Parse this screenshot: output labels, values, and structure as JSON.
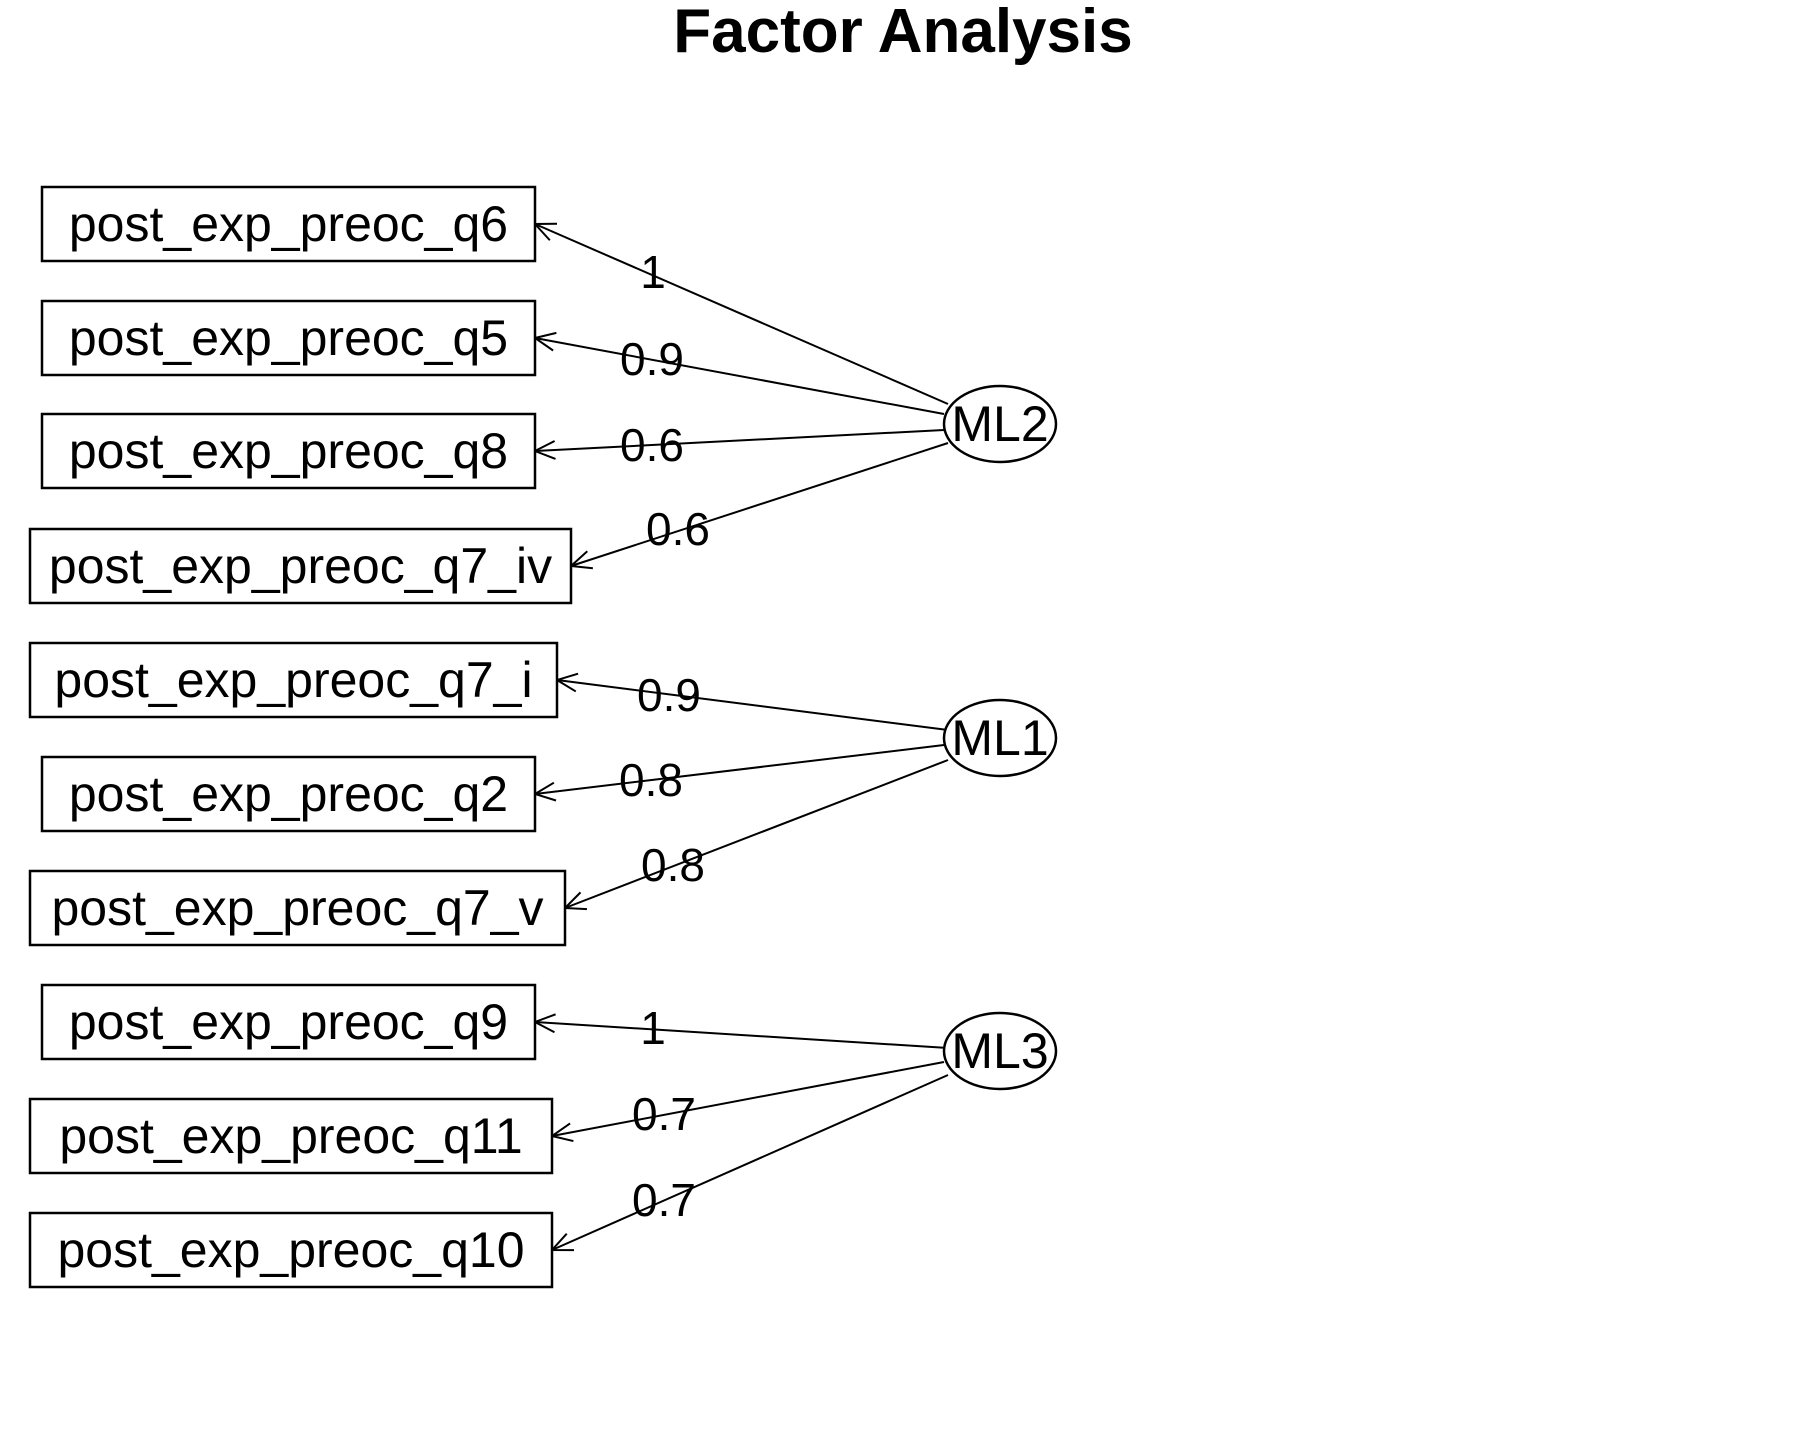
{
  "title": "Factor Analysis",
  "factors": [
    {
      "id": "ML2",
      "label": "ML2"
    },
    {
      "id": "ML1",
      "label": "ML1"
    },
    {
      "id": "ML3",
      "label": "ML3"
    }
  ],
  "variables": [
    {
      "label": "post_exp_preoc_q6",
      "factor": "ML2",
      "loading": "1"
    },
    {
      "label": "post_exp_preoc_q5",
      "factor": "ML2",
      "loading": "0.9"
    },
    {
      "label": "post_exp_preoc_q8",
      "factor": "ML2",
      "loading": "0.6"
    },
    {
      "label": "post_exp_preoc_q7_iv",
      "factor": "ML2",
      "loading": "0.6"
    },
    {
      "label": "post_exp_preoc_q7_i",
      "factor": "ML1",
      "loading": "0.9"
    },
    {
      "label": "post_exp_preoc_q2",
      "factor": "ML1",
      "loading": "0.8"
    },
    {
      "label": "post_exp_preoc_q7_v",
      "factor": "ML1",
      "loading": "0.8"
    },
    {
      "label": "post_exp_preoc_q9",
      "factor": "ML3",
      "loading": "1"
    },
    {
      "label": "post_exp_preoc_q11",
      "factor": "ML3",
      "loading": "0.7"
    },
    {
      "label": "post_exp_preoc_q10",
      "factor": "ML3",
      "loading": "0.7"
    }
  ]
}
